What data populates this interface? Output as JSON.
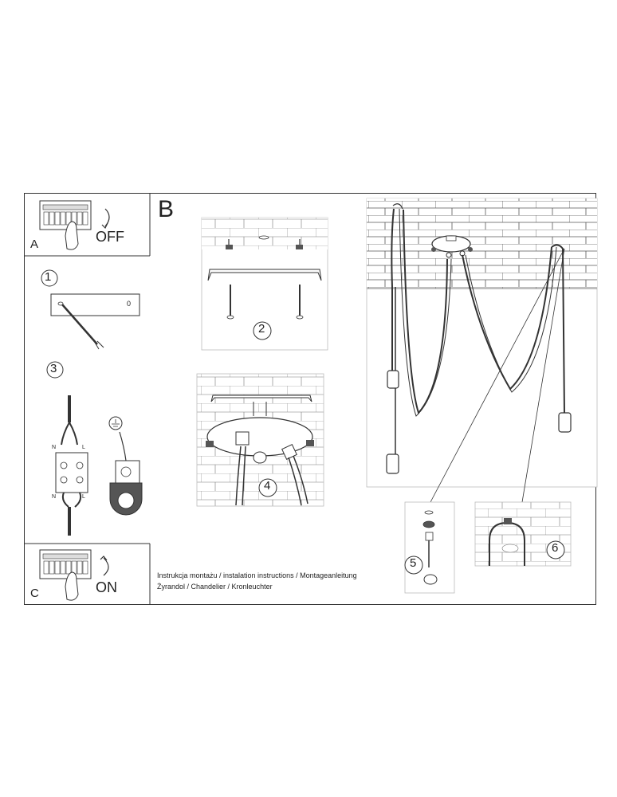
{
  "panels": {
    "a_letter": "A",
    "a_action": "OFF",
    "b_letter": "B",
    "c_letter": "C",
    "c_action": "ON"
  },
  "steps": {
    "s1": "1",
    "s2": "2",
    "s3": "3",
    "s4": "4",
    "s5": "5",
    "s6": "6"
  },
  "wiring": {
    "n_top": "N",
    "l_top": "L",
    "n_bottom": "N",
    "l_bottom": "L",
    "plate_zero": "0"
  },
  "captions": {
    "line1": "Instrukcja montażu / instalation instructions / Montageanleitung",
    "line2": "Żyrandol / Chandelier / Kronleuchter"
  }
}
